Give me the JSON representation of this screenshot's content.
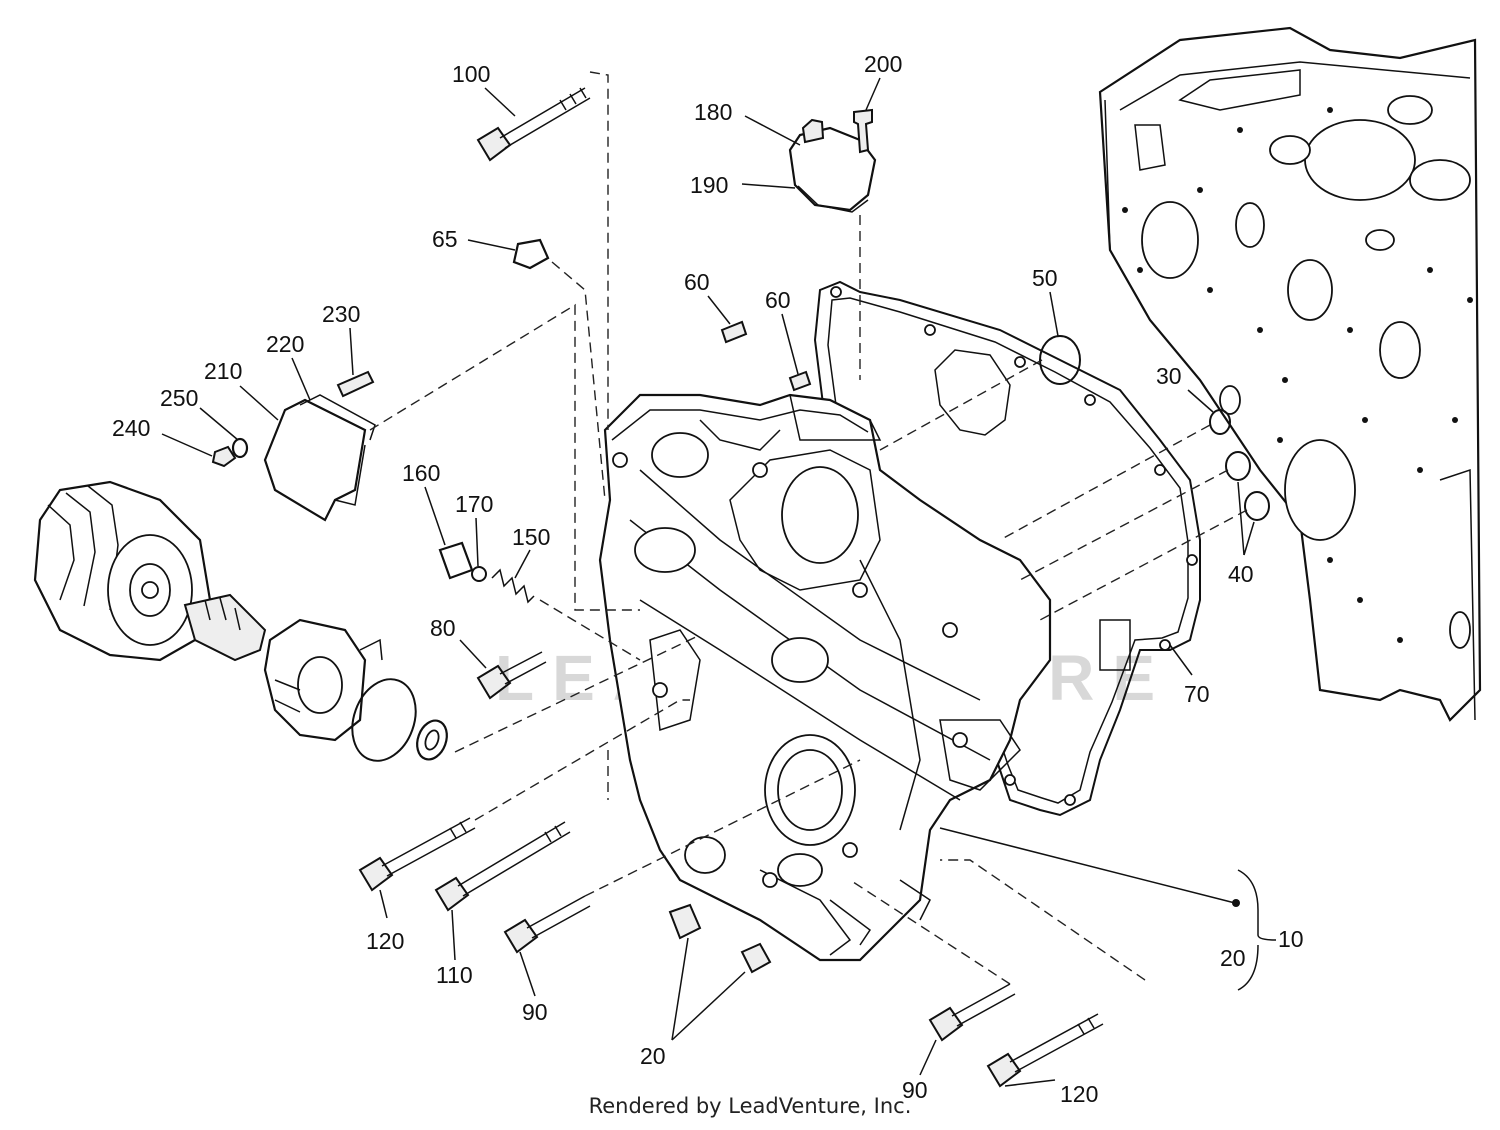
{
  "diagram": {
    "watermark": "LEADVENTURE",
    "callouts": [
      {
        "id": "c100",
        "text": "100"
      },
      {
        "id": "c200",
        "text": "200"
      },
      {
        "id": "c180",
        "text": "180"
      },
      {
        "id": "c190",
        "text": "190"
      },
      {
        "id": "c65",
        "text": "65"
      },
      {
        "id": "c60a",
        "text": "60"
      },
      {
        "id": "c60b",
        "text": "60"
      },
      {
        "id": "c50",
        "text": "50"
      },
      {
        "id": "c230",
        "text": "230"
      },
      {
        "id": "c220",
        "text": "220"
      },
      {
        "id": "c210",
        "text": "210"
      },
      {
        "id": "c250",
        "text": "250"
      },
      {
        "id": "c240",
        "text": "240"
      },
      {
        "id": "c30",
        "text": "30"
      },
      {
        "id": "c160",
        "text": "160"
      },
      {
        "id": "c170",
        "text": "170"
      },
      {
        "id": "c150",
        "text": "150"
      },
      {
        "id": "c40",
        "text": "40"
      },
      {
        "id": "c80",
        "text": "80"
      },
      {
        "id": "c70",
        "text": "70"
      },
      {
        "id": "c10",
        "text": "10"
      },
      {
        "id": "c20r",
        "text": "20"
      },
      {
        "id": "c120a",
        "text": "120"
      },
      {
        "id": "c110",
        "text": "110"
      },
      {
        "id": "c90a",
        "text": "90"
      },
      {
        "id": "c20b",
        "text": "20"
      },
      {
        "id": "c90b",
        "text": "90"
      },
      {
        "id": "c120b",
        "text": "120"
      }
    ]
  },
  "footer": {
    "text": "Rendered by LeadVenture, Inc."
  }
}
